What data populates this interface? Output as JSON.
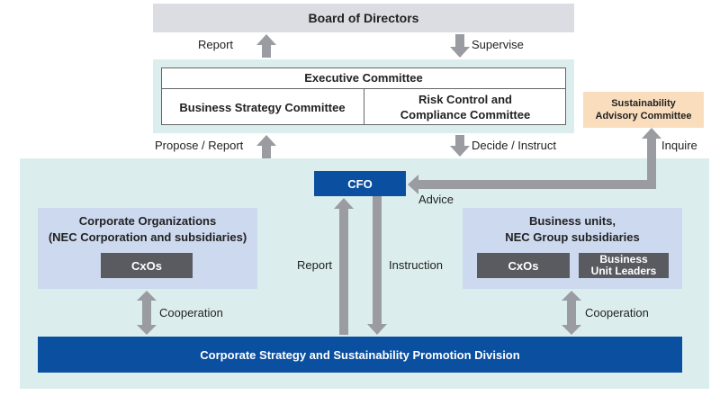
{
  "board": {
    "title": "Board of Directors"
  },
  "executive": {
    "title": "Executive Committee",
    "business_strategy": "Business Strategy Committee",
    "risk_control_line1": "Risk Control and",
    "risk_control_line2": "Compliance Committee"
  },
  "sustainability": {
    "line1": "Sustainability",
    "line2": "Advisory Committee"
  },
  "cfo": {
    "label": "CFO"
  },
  "corporate_orgs": {
    "line1": "Corporate Organizations",
    "line2": "(NEC Corporation and subsidiaries)",
    "cxos": "CxOs"
  },
  "business_units": {
    "line1": "Business units,",
    "line2": "NEC Group subsidiaries",
    "cxos": "CxOs",
    "leaders_line1": "Business",
    "leaders_line2": "Unit Leaders"
  },
  "division": {
    "label": "Corporate Strategy and Sustainability Promotion Division"
  },
  "labels": {
    "report_top": "Report",
    "supervise": "Supervise",
    "propose_report": "Propose / Report",
    "decide_instruct": "Decide / Instruct",
    "inquire": "Inquire",
    "advice": "Advice",
    "report_mid": "Report",
    "instruction": "Instruction",
    "cooperation_left": "Cooperation",
    "cooperation_right": "Cooperation"
  },
  "colors": {
    "navy": "#0b4fa0",
    "teal_band": "#dbeeed",
    "light_blue_panel": "#ccd9ee",
    "gray_box": "#595b61",
    "board_gray": "#dcdde3",
    "orange_box": "#f9ddbd",
    "arrow_gray": "#9a9ca2"
  }
}
